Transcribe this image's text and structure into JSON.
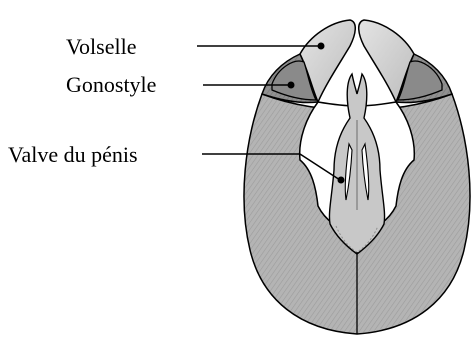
{
  "diagram": {
    "labels": {
      "volselle": "Volselle",
      "gonostyle": "Gonostyle",
      "valve": "Valve du pénis"
    },
    "colors": {
      "body_fill": "#b0b0b0",
      "volselle_fill": "#d4d4d4",
      "gonostyle_fill": "#888888",
      "cavity_fill": "#ffffff",
      "valve_fill": "#c8c8c8",
      "outline": "#000000"
    }
  }
}
